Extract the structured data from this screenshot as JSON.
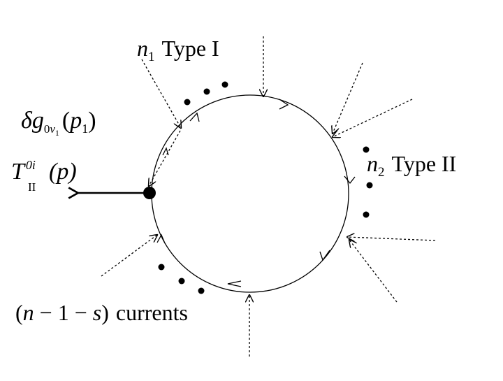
{
  "labels": {
    "type1": {
      "n": "n",
      "sub": "1",
      "text": "Type I"
    },
    "type2": {
      "n": "n",
      "sub": "2",
      "text": "Type II"
    },
    "delta_g": {
      "delta": "δ",
      "g": "g",
      "sub0": "0",
      "nu": "ν",
      "nusub": "1",
      "lparen": "(",
      "p": "p",
      "psub": "1",
      "rparen": ")"
    },
    "T": {
      "T": "T",
      "sup": "0i",
      "sub": "II",
      "arg": "(p)"
    },
    "currents": {
      "open": "(",
      "n": "n",
      "mid": " − 1 − ",
      "s": "s",
      "close": ")",
      "word": "currents"
    }
  },
  "colors": {
    "stroke": "#000000",
    "background": "#ffffff"
  }
}
